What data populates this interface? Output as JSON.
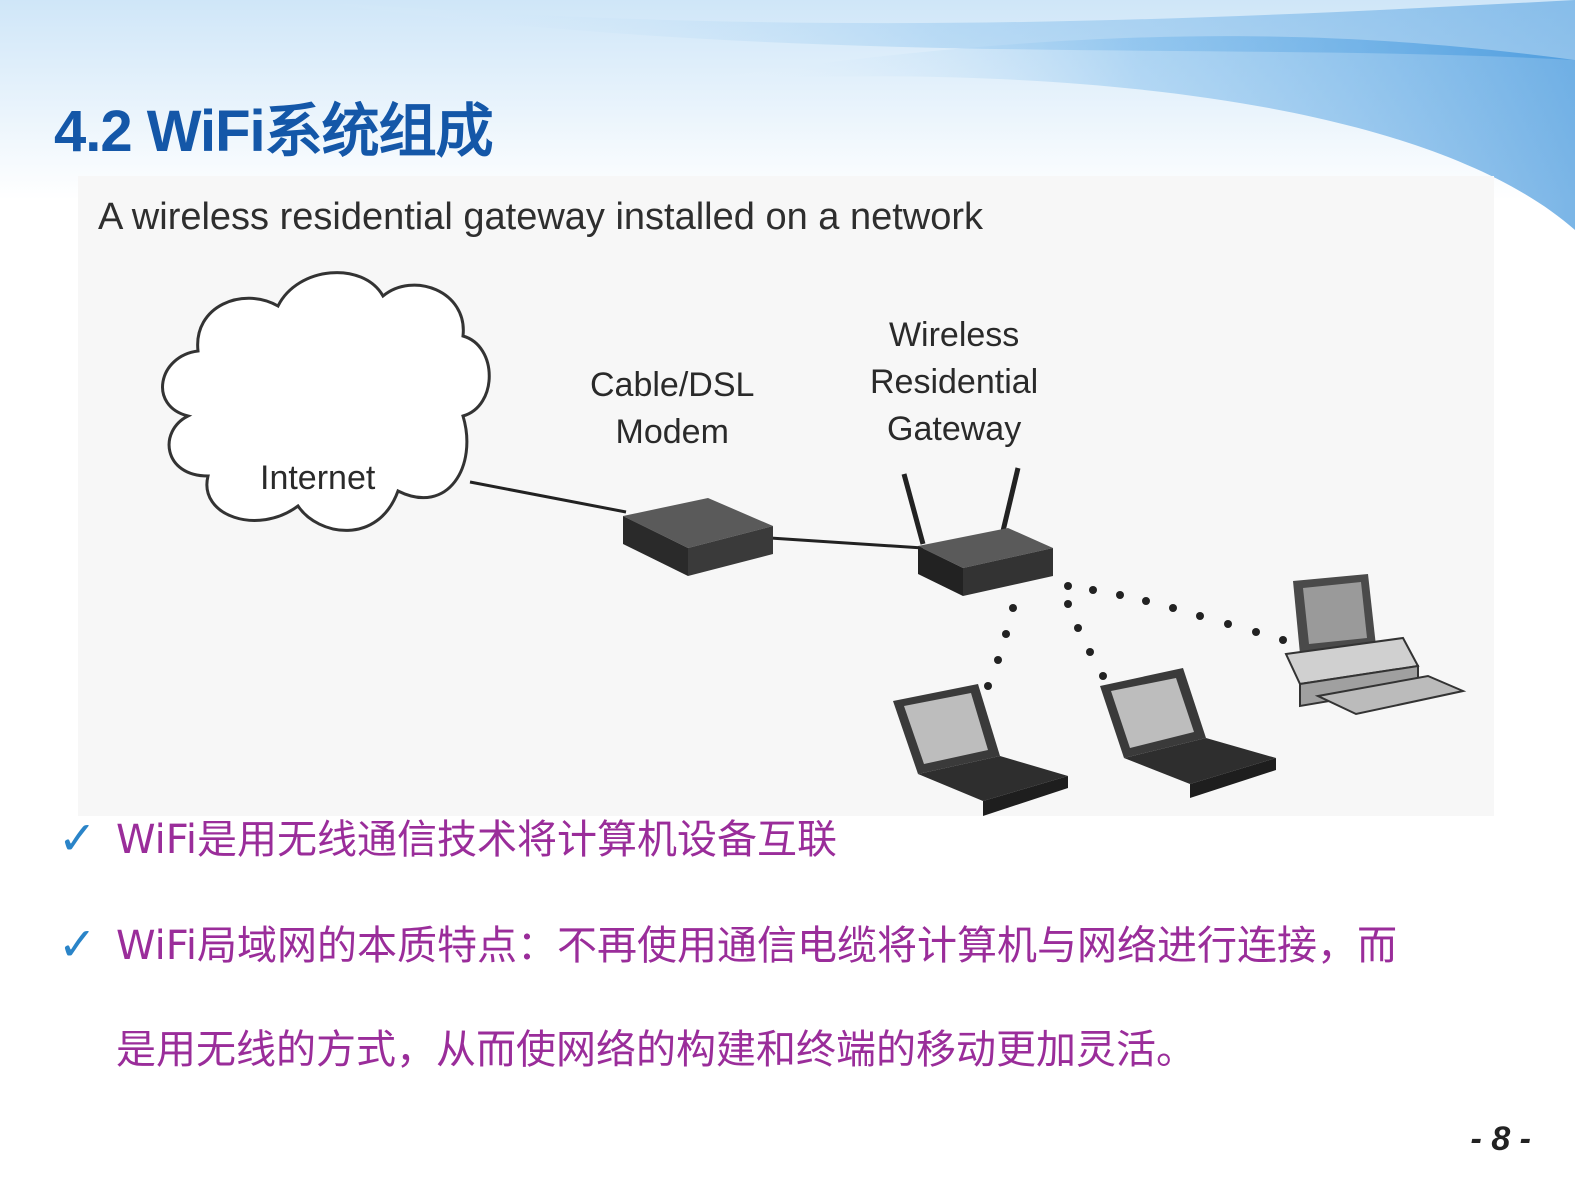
{
  "slide": {
    "title": "4.2  WiFi系统组成",
    "page_number": "- 8 -"
  },
  "figure": {
    "caption": "A wireless residential gateway installed on a network",
    "labels": {
      "internet": "Internet",
      "modem_line1": "Cable/DSL",
      "modem_line2": "Modem",
      "gateway_line1": "Wireless",
      "gateway_line2": "Residential",
      "gateway_line3": "Gateway"
    }
  },
  "bullets": [
    {
      "text": "WiFi是用无线通信技术将计算机设备互联"
    },
    {
      "text_line1": "WiFi局域网的本质特点：不再使用通信电缆将计算机与网络进行连接，而",
      "text_line2": "是用无线的方式，从而使网络的构建和终端的移动更加灵活。"
    }
  ],
  "colors": {
    "title": "#1457a8",
    "bullet_text": "#9a2d9a",
    "check": "#2a84c8"
  }
}
